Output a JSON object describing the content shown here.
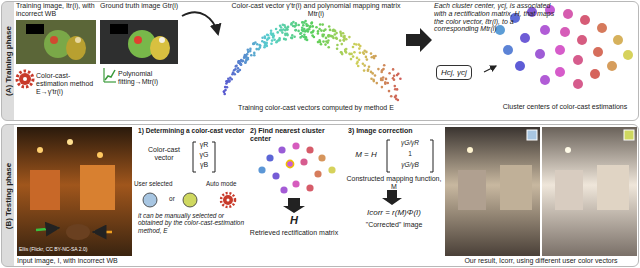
{
  "diagram": {
    "nodes": [
      {
        "text": [
          "(A) Training phase"
        ]
      },
      {
        "text": [
          "(B) Testing phase"
        ]
      },
      {
        "text": [
          "Hcj, γcj"
        ],
        "in": 0
      }
    ],
    "labels": [
      "Training image, Itr(i), with incorrect WB",
      "Ground truth image Gtr(i)",
      "Color-cast-estimation method E→γ'tr(i)",
      "Polynomial fitting→Mtr(i)",
      "Color-cast vector γ'tr(i) and polynomial mapping matrix Mtr(i)",
      "Training color-cast vectors computed by method E",
      "Each cluster center, γcj, is associated with a rectification matrix, H, that maps the color vector, ℓtr(i), to a corresponding Mtr(i)",
      "Cluster centers of color-cast estimations",
      "Input image, I, with incorrect WB",
      "Ellis (Flickr, CC BY-NC-SA 2.0)",
      "1) Determining a color-cast vector",
      "Color-cast vector",
      "γR",
      "γG",
      "γB",
      "User selected",
      "or",
      "Auto mode",
      "it can be manually selected or obtained by the color-cast-estimation method, E",
      "2) Find nearest cluster center",
      "H",
      "Retrieved rectification matrix",
      "3) Image correction",
      "M = H",
      "γG/γR",
      "1",
      "γG/γB",
      "Constructed mapping function, M",
      "Icorr = r(M)Φ(I)",
      "\"Corrected\" image",
      "Our result, Icorr, using different user color vectors"
    ]
  }
}
